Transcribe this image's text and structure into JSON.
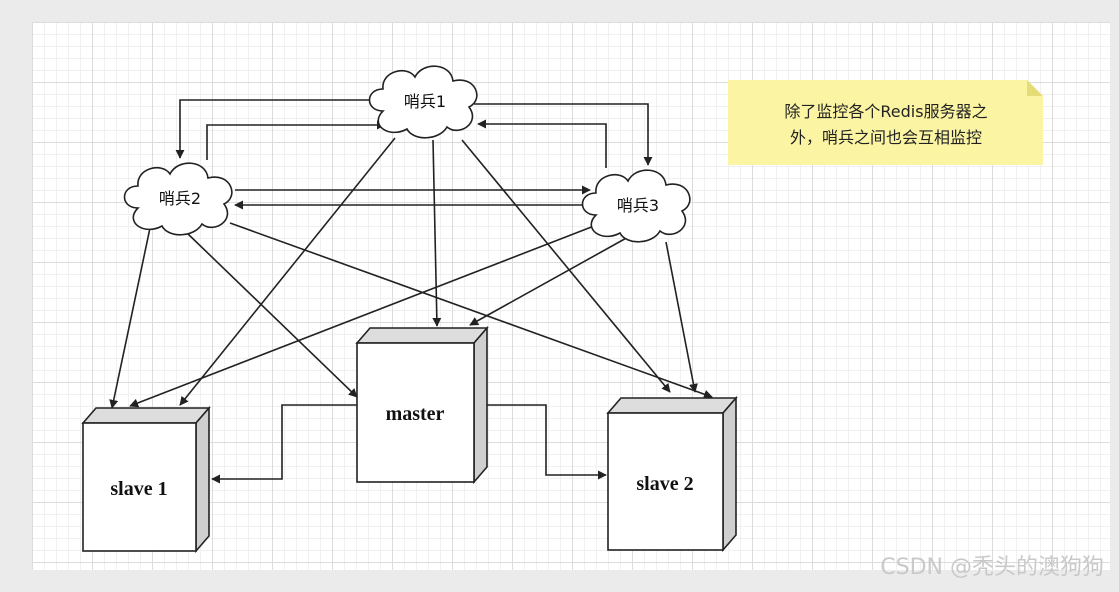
{
  "sentinels": {
    "s1": "哨兵1",
    "s2": "哨兵2",
    "s3": "哨兵3"
  },
  "servers": {
    "master": "master",
    "slave1": "slave 1",
    "slave2": "slave 2"
  },
  "note": {
    "line1": "除了监控各个Redis服务器之",
    "line2": "外，哨兵之间也会互相监控"
  },
  "watermark": "CSDN @秃头的澳狗狗",
  "colors": {
    "note_bg": "#fbf5a3",
    "line": "#222222",
    "box_side": "#d3d3d3"
  }
}
